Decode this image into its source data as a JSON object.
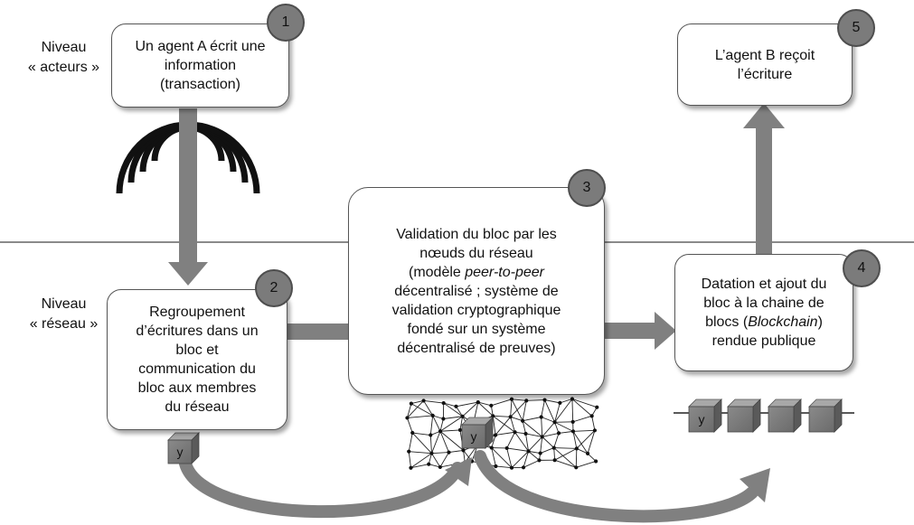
{
  "levels": {
    "actors": [
      "Niveau",
      "« acteurs »"
    ],
    "network": [
      "Niveau",
      "« réseau »"
    ]
  },
  "steps": [
    {
      "number": "1",
      "text": "Un agent A écrit une\ninformation\n(transaction)"
    },
    {
      "number": "2",
      "text": "Regroupement\nd’écritures dans un\nbloc et\ncommunication du\nbloc aux membres\ndu réseau"
    },
    {
      "number": "3",
      "lines": [
        [
          {
            "t": "Validation du bloc par les"
          }
        ],
        [
          {
            "t": "nœuds du réseau"
          }
        ],
        [
          {
            "t": "(modèle "
          },
          {
            "t": "peer-to-peer",
            "i": true
          }
        ],
        [
          {
            "t": "décentralisé ; système de"
          }
        ],
        [
          {
            "t": "validation cryptographique"
          }
        ],
        [
          {
            "t": "fondé sur un système"
          }
        ],
        [
          {
            "t": "décentralisé de preuves)"
          }
        ]
      ]
    },
    {
      "number": "4",
      "lines": [
        [
          {
            "t": "Datation et ajout du"
          }
        ],
        [
          {
            "t": "bloc à la chaine de"
          }
        ],
        [
          {
            "t": "blocs ("
          },
          {
            "t": "Blockchain",
            "i": true
          },
          {
            "t": ")"
          }
        ],
        [
          {
            "t": "rendue publique"
          }
        ]
      ]
    },
    {
      "number": "5",
      "text": "L’agent B reçoit\nl’écriture"
    }
  ],
  "block_label": "y"
}
